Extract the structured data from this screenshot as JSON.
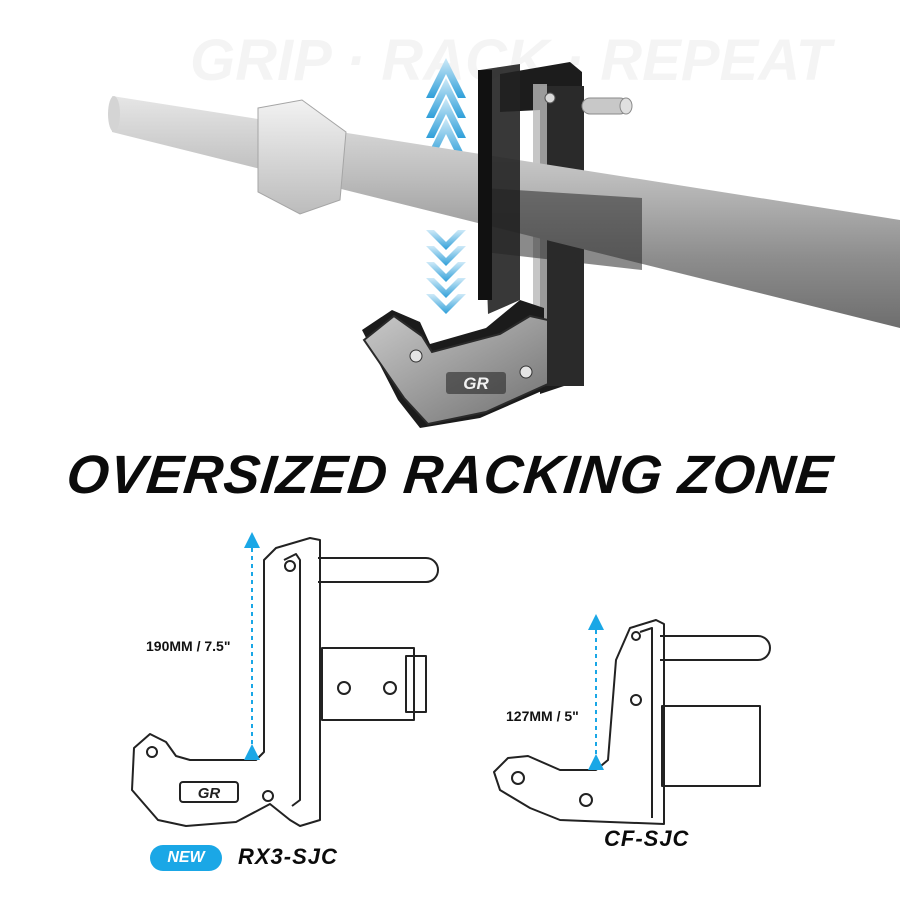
{
  "headline": "OVERSIZED RACKING ZONE",
  "products": [
    {
      "model": "RX3-SJC",
      "badge": "NEW",
      "dimension": "190MM / 7.5\"",
      "logo_text": "GR"
    },
    {
      "model": "CF-SJC",
      "dimension": "127MM / 5\""
    }
  ],
  "colors": {
    "accent": "#1aa7e6",
    "text": "#0b0b0b",
    "background": "#ffffff"
  }
}
